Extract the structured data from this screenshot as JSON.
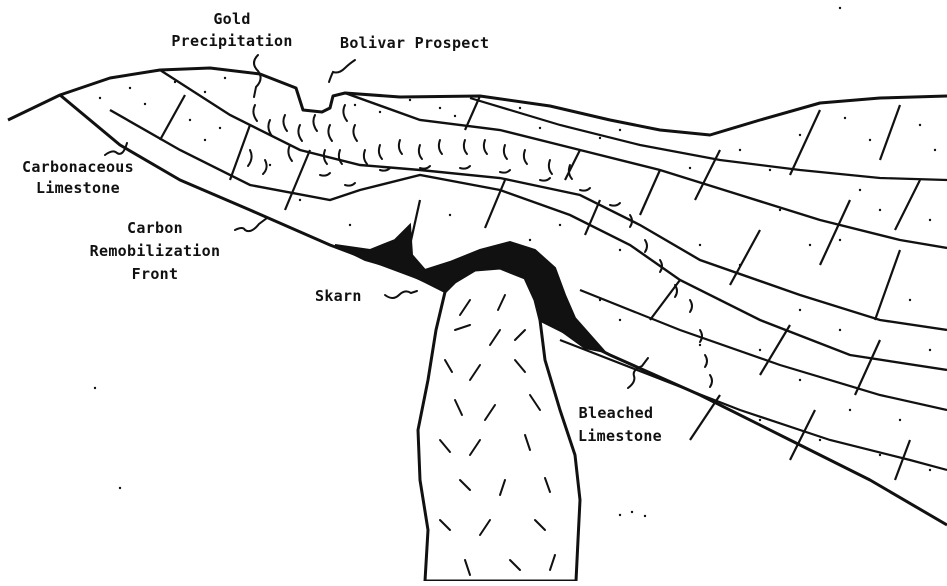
{
  "labels": {
    "gold_line1": "Gold",
    "gold_line2": "Precipitation",
    "bolivar": "Bolivar Prospect",
    "carbonaceous_line1": "Carbonaceous",
    "carbonaceous_line2": "Limestone",
    "carbon_line1": "Carbon",
    "carbon_line2": "Remobilization",
    "carbon_line3": "Front",
    "skarn": "Skarn",
    "bleached_line1": "Bleached",
    "bleached_line2": "Limestone"
  },
  "colors": {
    "ink": "#111111",
    "paper": "#ffffff"
  }
}
